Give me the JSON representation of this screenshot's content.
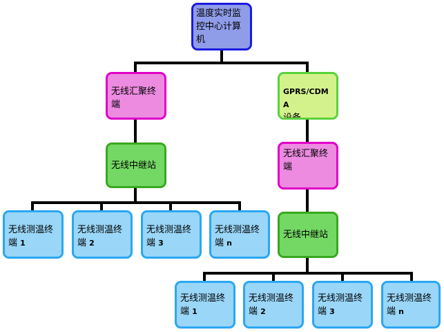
{
  "diagram": {
    "root": "温度实时监控中心计算机",
    "left_branch": {
      "aggregator": "无线汇聚终端",
      "relay": "无线中继站",
      "terminals": [
        {
          "text": "无线测温终",
          "suffix": "端",
          "index": "1"
        },
        {
          "text": "无线测温终",
          "suffix": "端",
          "index": "2"
        },
        {
          "text": "无线测温终",
          "suffix": "端",
          "index": "3"
        },
        {
          "text": "无线测温终",
          "suffix": "端",
          "index": "n"
        }
      ]
    },
    "right_branch": {
      "gprs_title": "GPRS/CDMA",
      "gprs_sub": "设备",
      "aggregator": "无线汇聚终端",
      "relay": "无线中继站",
      "terminals": [
        {
          "text": "无线测温终",
          "suffix": "端",
          "index": "1"
        },
        {
          "text": "无线测温终",
          "suffix": "端",
          "index": "2"
        },
        {
          "text": "无线测温终",
          "suffix": "端",
          "index": "3"
        },
        {
          "text": "无线测温终",
          "suffix": "端",
          "index": "n"
        }
      ]
    }
  }
}
